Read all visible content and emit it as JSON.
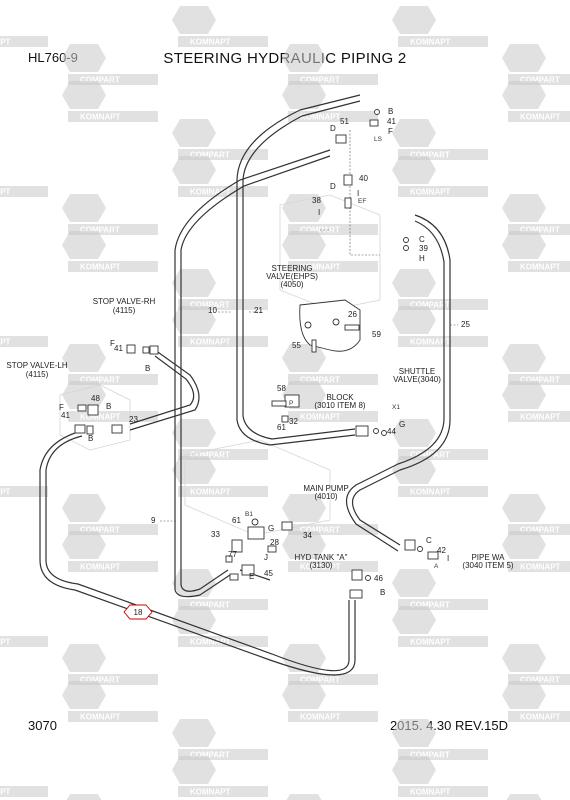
{
  "header": {
    "model": "HL760-9",
    "title": "STEERING HYDRAULIC PIPING 2"
  },
  "footer": {
    "page": "3070",
    "revision": "2015. 4.30  REV.15D"
  },
  "watermark": {
    "text_a": "KOMNAPT",
    "text_b": "COMPART",
    "color": "#c9c9c9"
  },
  "components": {
    "stop_valve_rh": {
      "name": "STOP VALVE-RH",
      "ref": "(4115)"
    },
    "stop_valve_lh": {
      "name": "STOP VALVE-LH",
      "ref": "(4115)"
    },
    "steering_valve": {
      "name": "STEERING",
      "line2": "VALVE(EHPS)",
      "ref": "(4050)"
    },
    "block": {
      "name": "BLOCK",
      "ref": "(3010 ITEM 8)"
    },
    "shuttle_valve": {
      "name": "SHUTTLE",
      "ref": "VALVE(3040)"
    },
    "main_pump": {
      "name": "MAIN PUMP",
      "ref": "(4010)"
    },
    "hyd_tank": {
      "name": "HYD TANK \"A\"",
      "ref": "(3130)"
    },
    "pipe_wa": {
      "name": "PIPE WA",
      "ref": "(3040 ITEM 5)"
    }
  },
  "callouts": {
    "c18": "18",
    "c10": "10",
    "c21": "21",
    "c25": "25",
    "c9": "9",
    "c51": "51",
    "c40": "40",
    "c38": "38",
    "c39": "39",
    "c41a": "41",
    "c26": "26",
    "c59": "59",
    "c55": "55",
    "c58": "58",
    "c61a": "61",
    "c32": "32",
    "c44": "44",
    "c41b": "41",
    "c48": "48",
    "c23": "23",
    "c41c": "41",
    "c61b": "61",
    "c34": "34",
    "c33": "33",
    "c77": "77",
    "c28": "28",
    "c45": "45",
    "c46": "46",
    "c42": "42"
  },
  "letters": {
    "b": "B",
    "i": "I",
    "f": "F",
    "d": "D",
    "c": "C",
    "h": "H",
    "g": "G",
    "e": "E",
    "j": "J"
  },
  "tiny": {
    "ls": "LS",
    "ef": "EF",
    "b1": "B1",
    "p": "P",
    "x1": "X1",
    "a": "A"
  }
}
